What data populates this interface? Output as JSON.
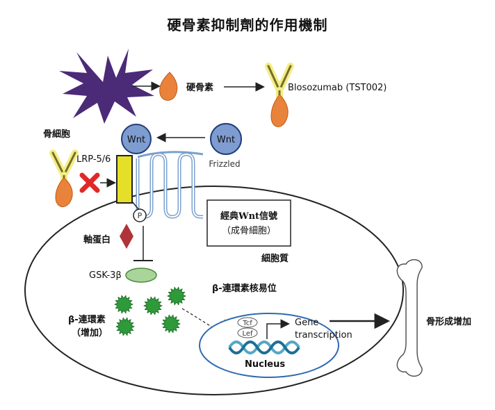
{
  "title": "硬骨素抑制劑的作用機制",
  "labels": {
    "sclerostin": "硬骨素",
    "antibody": "Blosozumab (TST002)",
    "osteocyte": "骨細胞",
    "wnt_1": "Wnt",
    "wnt_2": "Wnt",
    "frizzled": "Frizzled",
    "lrp": "LRP-5/6",
    "phospho": "P",
    "axin": "軸蛋白",
    "gsk": "GSK-3β",
    "pathway_box_line1": "經典Wnt信號",
    "pathway_box_line2": "（成骨細胞）",
    "cytoplasm": "細胞質",
    "translocation": "β-連環素核易位",
    "beta_catenin_line1": "β-連環素",
    "beta_catenin_line2": "（增加）",
    "tcf": "Tcf",
    "lef": "Lef",
    "gene_line1": "Gene",
    "gene_line2": "transcription",
    "nucleus": "Nucleus",
    "bone_formation": "骨形成增加"
  },
  "colors": {
    "osteocyte": "#4b2a78",
    "sclerostin": "#e9823b",
    "antibody_glow": "#f1ee86",
    "wnt_fill": "#7e9cd0",
    "wnt_stroke": "#1f3c78",
    "receptor": "#e6df2a",
    "frizzled": "#7aa0cc",
    "axin": "#b0333a",
    "gsk": "#a9d49a",
    "beta_catenin": "#2e9a3a",
    "inhibit_x": "#e12828",
    "dna": "#55a7c8"
  }
}
